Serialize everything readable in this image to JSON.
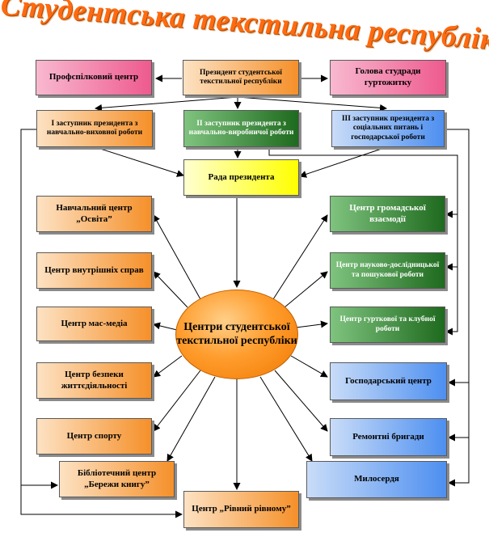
{
  "title": "Студентська текстильна республіка",
  "top": {
    "profcentre": "Профспілковий центр",
    "president": "Президент студентської текстильної республіки",
    "dorm_head": "Голова студради гуртожитку"
  },
  "deputies": {
    "first": "І заступник президента з навчально-виховної роботи",
    "second": "ІІ заступник президента з навчально-виробничої роботи",
    "third": "ІІІ заступник президента з соціальних питань і господарської роботи"
  },
  "council": "Рада президента",
  "center": "Центри студентської текстильної республіки",
  "left_centres": [
    "Навчальний центр „Освіта”",
    "Центр внутрішніх справ",
    "Центр мас-медіа",
    "Центр безпеки життєдіяльності",
    "Центр спорту",
    "Бібліотечний центр „Бережи книгу”"
  ],
  "right_centres": [
    "Центр громадської взаємодії",
    "Центр науково-дослідницької та пошукової роботи",
    "Центр гурткової та клубної роботи",
    "Господарський центр",
    "Ремонтні бригади",
    "Милосердя"
  ],
  "bottom_centre": "Центр „Рівний рівному”",
  "colors": {
    "pink": "#ee5a8e",
    "orange": "#f5902a",
    "green": "#1e6a1e",
    "blue": "#4d8ff0",
    "yellow": "#ffff00",
    "title": "#ff6a10"
  }
}
